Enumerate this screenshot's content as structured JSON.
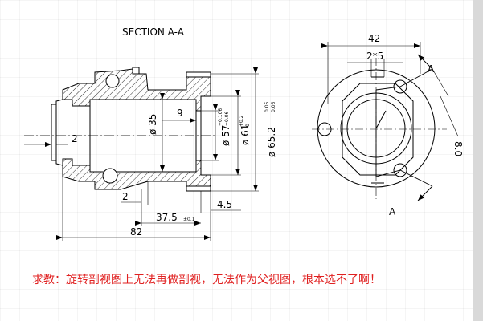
{
  "section_title": "SECTION A-A",
  "dimensions": {
    "width_42": "42",
    "holes_2x5": "2*5",
    "radius_8": "8.0",
    "dia_35": "ø 35",
    "dim_9": "9",
    "dia_57": "ø 57",
    "dia_57_tol_upper": "+0.106",
    "dia_57_tol_lower": "+0.06",
    "dia_61": "ø 61",
    "dia_61_tol_upper": "+0.2",
    "dia_61_tol_lower": "0",
    "dia_65_2": "ø 65.2",
    "dia_65_2_tol_upper": "0.05",
    "dia_65_2_tol_lower": "0.06",
    "dim_2_left": "2",
    "dim_2_bottom": "2",
    "dim_4_5": "4.5",
    "dim_37_5": "37.5",
    "dim_37_5_tol": "±0.1",
    "dim_82": "82"
  },
  "section_marks": {
    "top": "A",
    "bottom": "A"
  },
  "remark": "求教：旋转剖视图上无法再做剖视，无法作为父视图，根本选不了啊！",
  "colors": {
    "line": "#000000",
    "remark": "#e02020",
    "hatch": "#000000"
  }
}
